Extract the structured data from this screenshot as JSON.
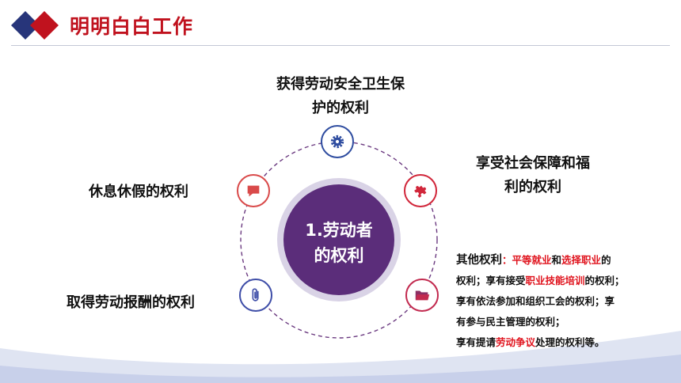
{
  "header": {
    "title": "明明白白工作",
    "logo_icon": "double-diamond-icon",
    "colors": {
      "accent": "#c0121e",
      "navy": "#27357a"
    }
  },
  "center": {
    "line1": "1.劳动者",
    "line2": "的权利",
    "color": "#5b2d7a"
  },
  "nodes": [
    {
      "name": "top",
      "icon": "gear-icon",
      "color": "#2f4da0"
    },
    {
      "name": "upper-right",
      "icon": "puzzle-icon",
      "color": "#d1263a"
    },
    {
      "name": "lower-right",
      "icon": "folder-icon",
      "color": "#c22a4f"
    },
    {
      "name": "upper-left",
      "icon": "speech-bubble-icon",
      "color": "#d94a4a"
    },
    {
      "name": "lower-left",
      "icon": "paperclip-icon",
      "color": "#3f4ea8"
    }
  ],
  "rights": {
    "top_line1": "获得劳动安全卫生保",
    "top_line2": "护的权利",
    "social_line1": "享受社会保障和福",
    "social_line2": "利的权利",
    "rest": "休息休假的权利",
    "pay": "取得劳动报酬的权利"
  },
  "other_rights": {
    "title": "其他权利",
    "colon": "：",
    "hl_equal_employment": "平等就业",
    "and": "和",
    "hl_choose_job": "选择职业",
    "of": "的",
    "line2_a": "权利；享有接受",
    "hl_training": "职业技能培训",
    "line2_b": "的权利；",
    "line3": "享有依法参加和组织工会的权利；享",
    "line4": "有参与民主管理的权利；",
    "line5_a": "享有提请",
    "hl_dispute": "劳动争议",
    "line5_b": "处理的权利等。"
  }
}
